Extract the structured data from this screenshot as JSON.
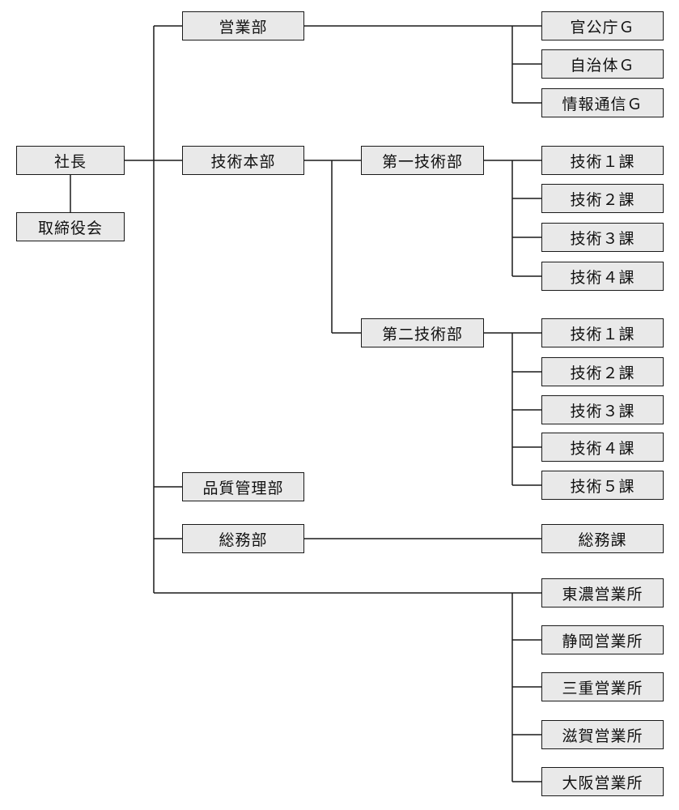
{
  "president": "社長",
  "board": "取締役会",
  "departments": {
    "sales": {
      "name": "営業部",
      "units": [
        "官公庁Ｇ",
        "自治体Ｇ",
        "情報通信Ｇ"
      ]
    },
    "engineering_hq": {
      "name": "技術本部",
      "divisions": [
        {
          "name": "第一技術部",
          "units": [
            "技術１課",
            "技術２課",
            "技術３課",
            "技術４課"
          ]
        },
        {
          "name": "第二技術部",
          "units": [
            "技術１課",
            "技術２課",
            "技術３課",
            "技術４課",
            "技術５課"
          ]
        }
      ]
    },
    "quality": {
      "name": "品質管理部"
    },
    "general_affairs": {
      "name": "総務部",
      "units": [
        "総務課"
      ]
    }
  },
  "offices": [
    "東濃営業所",
    "静岡営業所",
    "三重営業所",
    "滋賀営業所",
    "大阪営業所"
  ]
}
